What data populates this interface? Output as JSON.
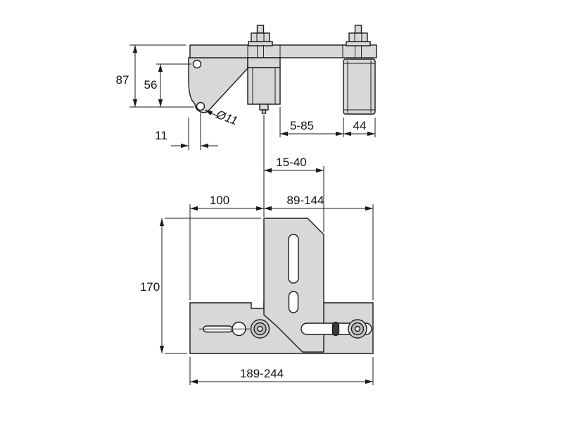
{
  "drawing": {
    "type": "mechanical-bracket-two-view-drawing",
    "dimensions": {
      "d87": "87",
      "d56": "56",
      "d11": "11",
      "dia11": "Ø11",
      "d5_85": "5-85",
      "d44": "44",
      "d15_40": "15-40",
      "d100": "100",
      "d89_144": "89-144",
      "d170": "170",
      "d189_244": "189-244"
    },
    "colors": {
      "line": "#1a1a1a",
      "part_fill": "#d8d8d8",
      "background": "#ffffff"
    }
  }
}
